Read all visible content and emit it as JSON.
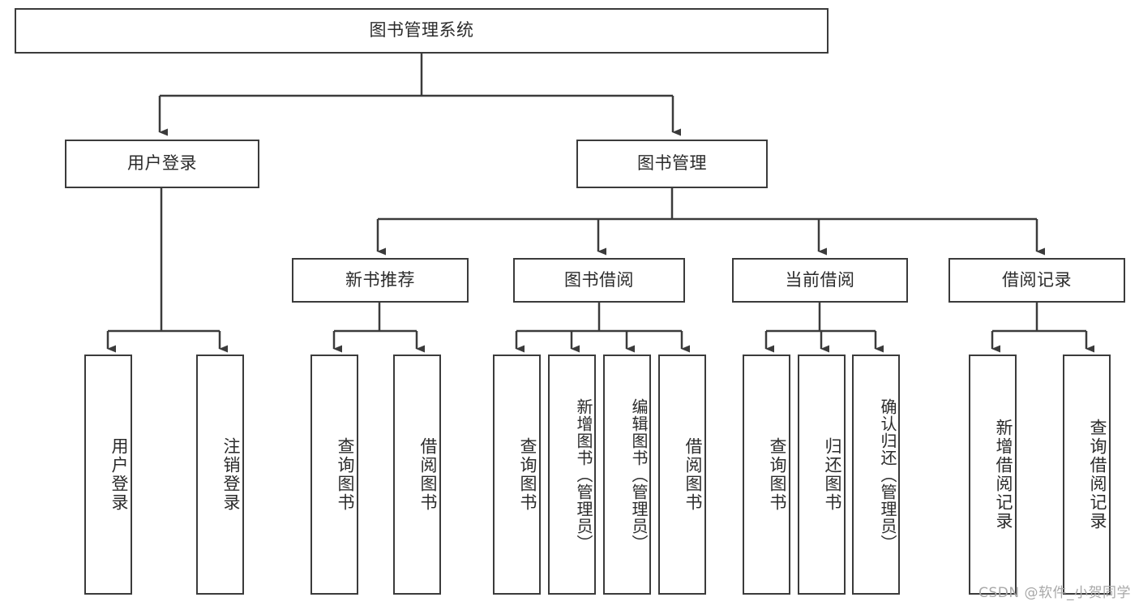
{
  "diagram": {
    "title": "图书管理系统",
    "watermark": "CSDN @软件_小贺同学",
    "root": {
      "label": "图书管理系统"
    },
    "level2": [
      {
        "label": "用户登录"
      },
      {
        "label": "图书管理"
      }
    ],
    "level3": [
      {
        "label": "新书推荐"
      },
      {
        "label": "图书借阅"
      },
      {
        "label": "当前借阅"
      },
      {
        "label": "借阅记录"
      }
    ],
    "leaves": {
      "user_login": [
        {
          "label": "用户登录"
        },
        {
          "label": "注销登录"
        }
      ],
      "new_book": [
        {
          "label": "查询图书"
        },
        {
          "label": "借阅图书"
        }
      ],
      "book_borrow": [
        {
          "label": "查询图书"
        },
        {
          "label": "新增图书（管理员）"
        },
        {
          "label": "编辑图书（管理员）"
        },
        {
          "label": "借阅图书"
        }
      ],
      "current_borrow": [
        {
          "label": "查询图书"
        },
        {
          "label": "归还图书"
        },
        {
          "label": "确认归还（管理员）"
        }
      ],
      "borrow_record": [
        {
          "label": "新增借阅记录"
        },
        {
          "label": "查询借阅记录"
        }
      ]
    },
    "colors": {
      "stroke": "#3b3b3b",
      "text": "#2b2b2b",
      "background": "#ffffff",
      "watermark": "#a8a8a8"
    }
  }
}
